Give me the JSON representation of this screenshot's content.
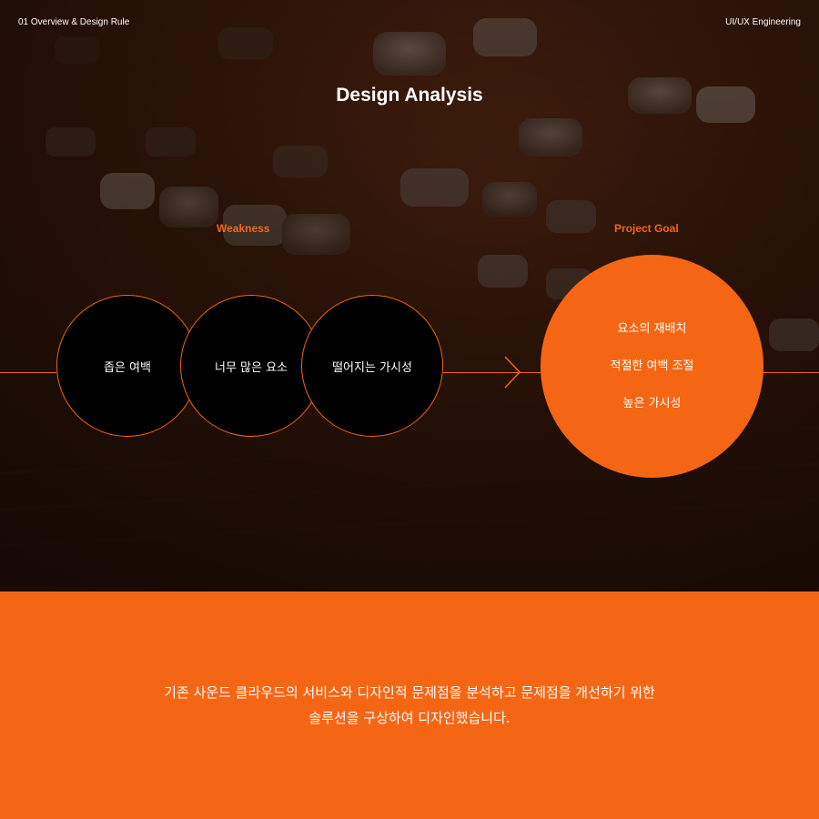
{
  "header": {
    "section_label": "01 Overview & Design Rule",
    "brand_label": "UI/UX Engineering",
    "title": "Design Analysis"
  },
  "weakness": {
    "label": "Weakness",
    "items": [
      "좁은 여백",
      "너무 많은 요소",
      "떨어지는 가시성"
    ]
  },
  "goal": {
    "label": "Project Goal",
    "items": [
      "요소의 재배치",
      "적절한 여백 조절",
      "높은 가시성"
    ]
  },
  "summary": {
    "line1": "기존 사운드 클라우드의 서비스와 디자인적 문제점을 분석하고 문제점을 개선하기 위한",
    "line2": "솔루션을 구상하여 디자인했습니다."
  },
  "colors": {
    "accent": "#f56614",
    "background": "#1a0e08"
  }
}
